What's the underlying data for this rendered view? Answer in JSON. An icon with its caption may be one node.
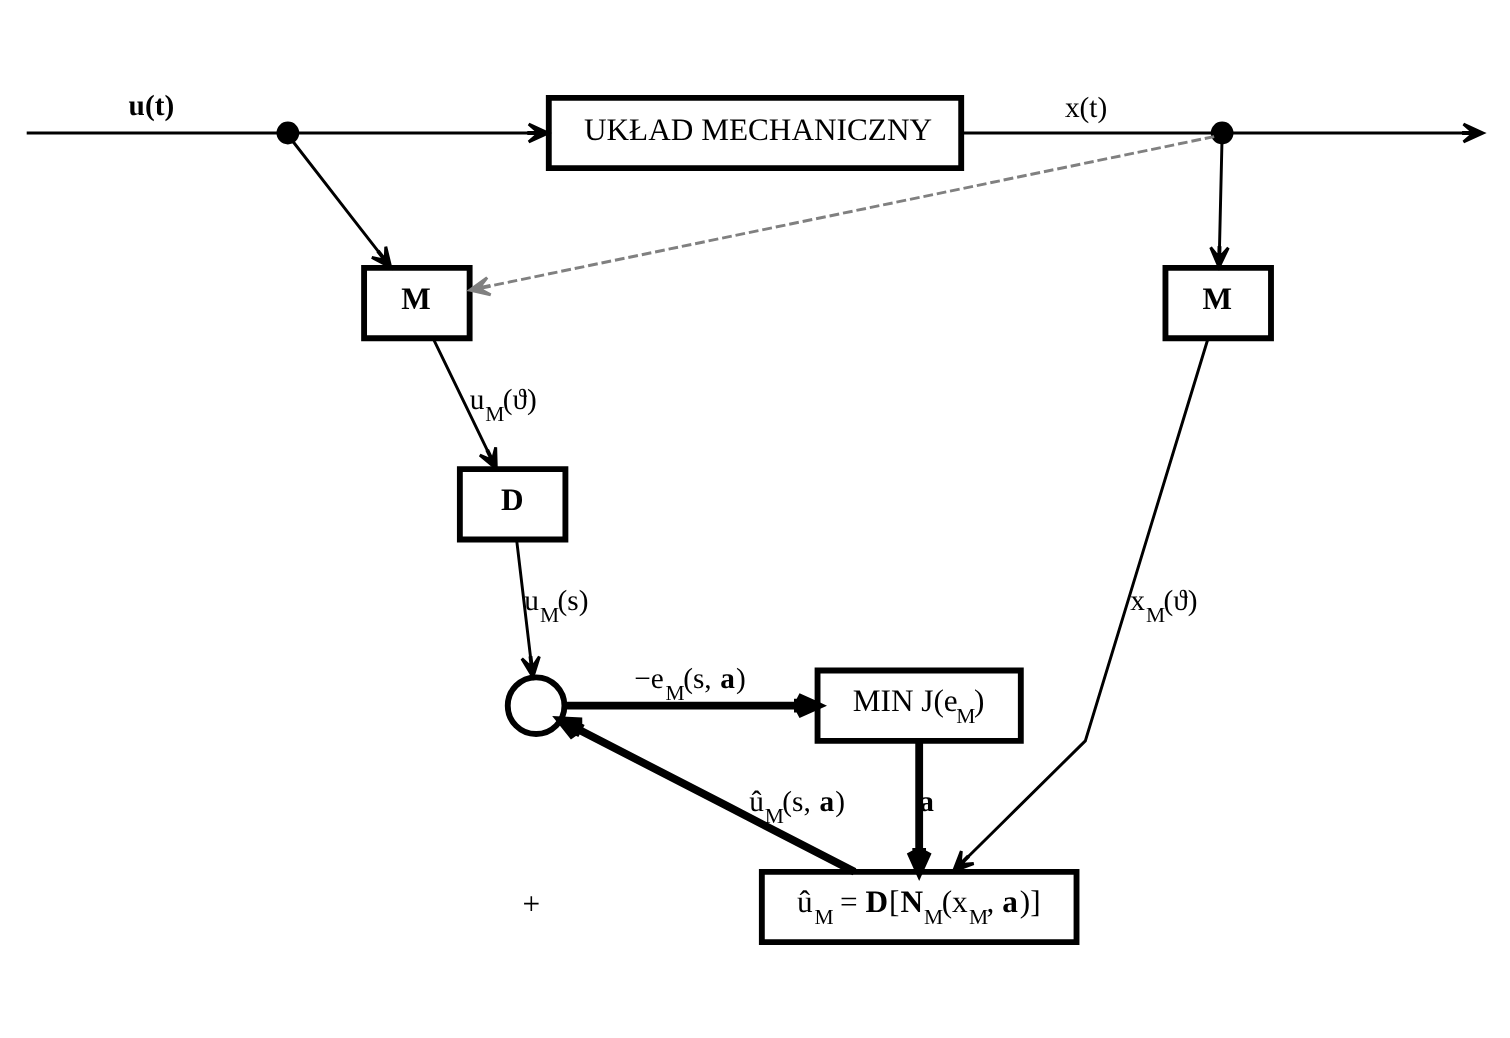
{
  "diagram": {
    "nodes": [
      {
        "text": [
          "UKŁAD MECHANICZNY"
        ]
      },
      {
        "text": [],
        "shape": "point"
      },
      {
        "text": [],
        "shape": "point"
      },
      {
        "text": [
          "**M**"
        ]
      },
      {
        "text": [
          "**M**"
        ]
      },
      {
        "text": [
          "**D**"
        ]
      },
      {
        "text": [],
        "shape": "circle"
      },
      {
        "text": [
          "MIN J(e$_{M}$)"
        ]
      },
      {
        "text": [
          "û$_{M}$ = **D**[**N**$_{M}$(x$_{M}$, **a**)]"
        ]
      }
    ],
    "edges": [
      {
        "from": null,
        "to": 1,
        "arrow": "none",
        "label": "**u(t)**"
      },
      {
        "from": 1,
        "to": 0,
        "arrow": "to"
      },
      {
        "from": 0,
        "to": 2,
        "arrow": "none",
        "label": "x(t)"
      },
      {
        "from": 2,
        "to": null,
        "arrow": "to"
      },
      {
        "from": 1,
        "to": 3,
        "arrow": "to"
      },
      {
        "from": 2,
        "to": 4,
        "arrow": "to"
      },
      {
        "from": 2,
        "to": 3,
        "arrow": "to",
        "style": "dashed",
        "color": "#808080"
      },
      {
        "from": 3,
        "to": 5,
        "arrow": "to",
        "label": "u$_{M}$(ϑ)"
      },
      {
        "from": 4,
        "to": 8,
        "arrow": "to",
        "label": "x$_{M}$(ϑ)"
      },
      {
        "from": 5,
        "to": 6,
        "arrow": "to",
        "label": "u$_{M}$(s)"
      },
      {
        "from": 6,
        "to": 7,
        "arrow": "to",
        "style": "thick",
        "label": "−e$_{M}$(s, **a**)"
      },
      {
        "from": 7,
        "to": 8,
        "arrow": "to",
        "style": "thick",
        "label": "**a**"
      },
      {
        "from": 8,
        "to": 6,
        "arrow": "to",
        "style": "thick",
        "label": "û$_{M}$(s, **a**)"
      }
    ],
    "labels": [
      "+"
    ]
  }
}
